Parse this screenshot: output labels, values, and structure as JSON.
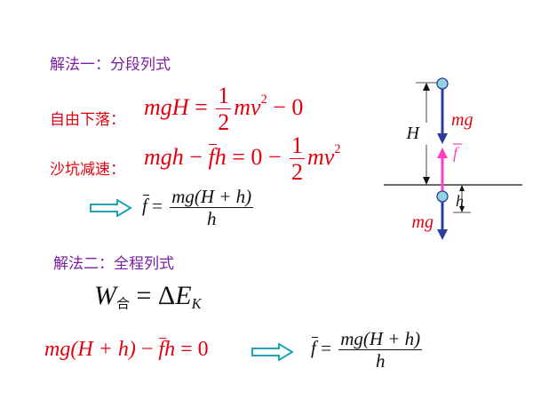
{
  "method1": {
    "heading": "解法一：分段列式",
    "fall_label": "自由下落：",
    "fall_eq": {
      "lhs": "mgH",
      "eq": "=",
      "num": "1",
      "den": "2",
      "term": "mv",
      "exp": "2",
      "tail": " − 0"
    },
    "sand_label": "沙坑减速：",
    "sand_eq": {
      "lhs": "mgh",
      "minus": " − ",
      "f": "f",
      "h": "h",
      "eq": " = 0 − ",
      "num": "1",
      "den": "2",
      "term": "mv",
      "exp": "2"
    },
    "result": {
      "f": "f",
      "eq": "=",
      "num": "mg(H + h)",
      "den": "h"
    }
  },
  "method2": {
    "heading": "解法二：全程列式",
    "work_eq": {
      "W": "W",
      "sub": "合",
      "eq": " = Δ",
      "E": "E",
      "K": "K"
    },
    "full_eq": {
      "lhs": "mg(H + h)",
      "minus": " − ",
      "f": "f",
      "h": "h",
      "tail": " = 0"
    },
    "result": {
      "f": "f",
      "eq": "=",
      "num": "mg(H + h)",
      "den": "h"
    }
  },
  "diagram": {
    "H": "H",
    "h": "h",
    "mg_top": "mg",
    "f_label": "f",
    "mg_bottom": "mg"
  },
  "colors": {
    "heading": "#7b1fa2",
    "equation": "#e3000f",
    "arrow": "#1ea5b3",
    "force_down": "#2b3d9e",
    "force_up": "#ff3fbf",
    "ball": "#8fd3df"
  }
}
